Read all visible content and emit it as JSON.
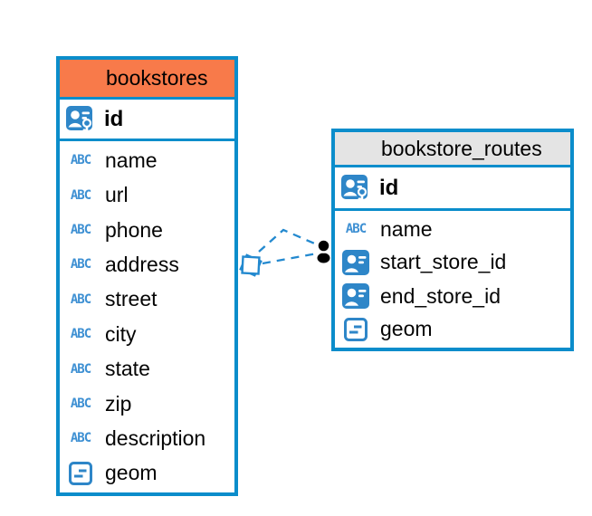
{
  "colors": {
    "background": "#ffffff",
    "table_border_blue": "#0b8dcb",
    "icon_blue": "#2e86c8",
    "text_type_blue": "#3e90d3",
    "bookstores_header_orange": "#f87a4a",
    "routes_header_gray": "#e4e4e4",
    "relationship_line_blue": "#2389cf",
    "relationship_marker_black": "#000000"
  },
  "icons": {
    "table_icon": "table-grid",
    "primary_key_icon": "person-with-key",
    "reference_icon": "person-card",
    "geometry_icon": "box-with-lines",
    "text_type_label": "ABC"
  },
  "tables": [
    {
      "name": "bookstores",
      "primary_key": "id",
      "columns": [
        {
          "name": "name",
          "type": "text"
        },
        {
          "name": "url",
          "type": "text"
        },
        {
          "name": "phone",
          "type": "text"
        },
        {
          "name": "address",
          "type": "text"
        },
        {
          "name": "street",
          "type": "text"
        },
        {
          "name": "city",
          "type": "text"
        },
        {
          "name": "state",
          "type": "text"
        },
        {
          "name": "zip",
          "type": "text"
        },
        {
          "name": "description",
          "type": "text"
        },
        {
          "name": "geom",
          "type": "geometry"
        }
      ]
    },
    {
      "name": "bookstore_routes",
      "primary_key": "id",
      "columns": [
        {
          "name": "name",
          "type": "text"
        },
        {
          "name": "start_store_id",
          "type": "reference"
        },
        {
          "name": "end_store_id",
          "type": "reference"
        },
        {
          "name": "geom",
          "type": "geometry"
        }
      ]
    }
  ],
  "relationship": {
    "from_table": "bookstores",
    "to_table": "bookstore_routes",
    "line_style": "dashed",
    "line_count": 2
  }
}
